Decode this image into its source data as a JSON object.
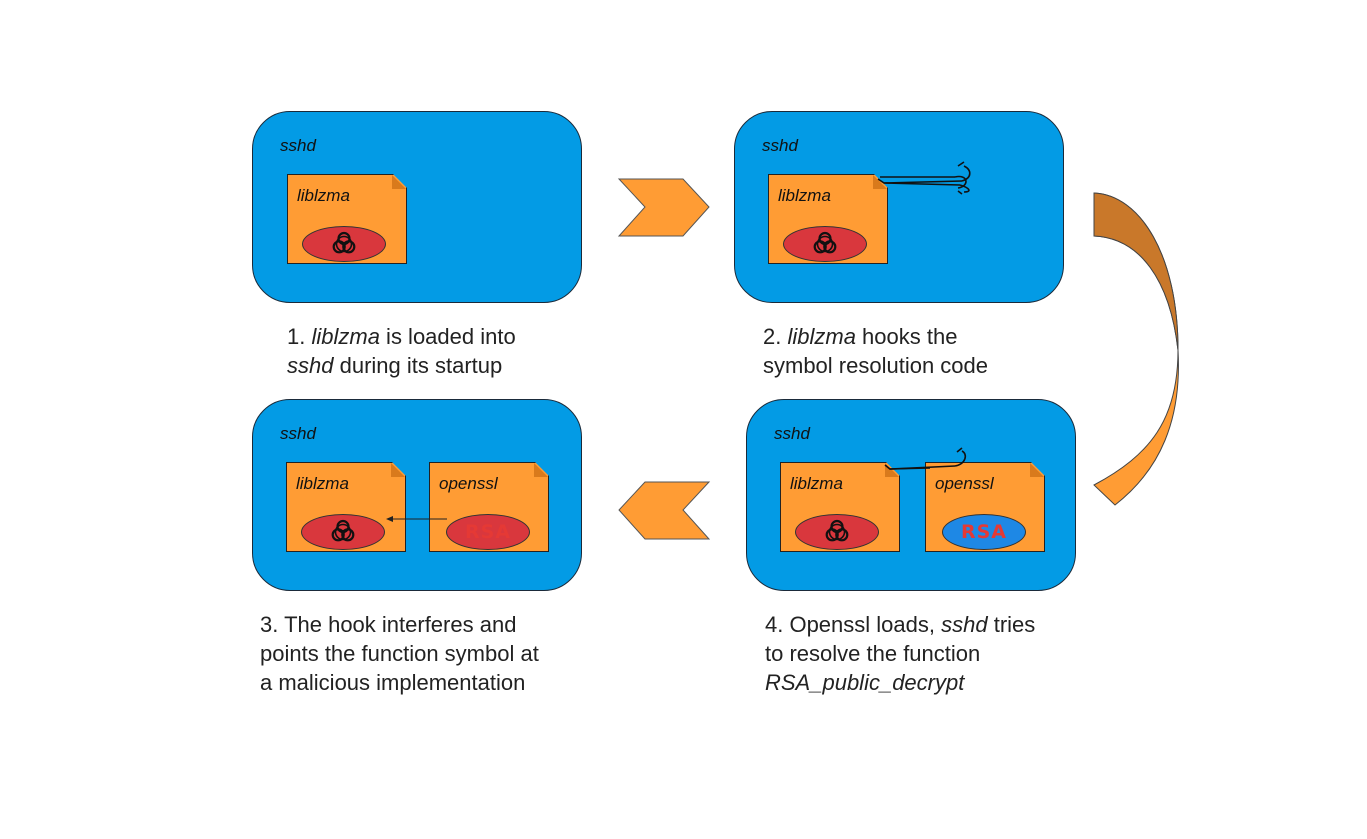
{
  "panels": {
    "p1": {
      "title": "sshd",
      "lib1": "liblzma"
    },
    "p2": {
      "title": "sshd",
      "lib1": "liblzma"
    },
    "p3": {
      "title": "sshd",
      "lib1": "liblzma",
      "lib2": "openssl",
      "rsa": "RSA"
    },
    "p4": {
      "title": "sshd",
      "lib1": "liblzma",
      "lib2": "openssl",
      "rsa": "RSA"
    }
  },
  "captions": {
    "c1": {
      "num": "1. ",
      "em1": "liblzma",
      "t1": " is loaded into",
      "em2": "sshd",
      "t2": " during its startup"
    },
    "c2": {
      "num": "2. ",
      "em1": "liblzma",
      "t1": " hooks the",
      "t2": "symbol resolution code"
    },
    "c3": {
      "l1": "3. The hook interferes and",
      "l2": "points the function symbol at",
      "l3": "a malicious implementation"
    },
    "c4": {
      "t1": "4. Openssl loads, ",
      "em1": "sshd",
      "t2": " tries",
      "l2": "to resolve the function",
      "em2": "RSA_public_decrypt"
    }
  },
  "icons": {
    "biohazard": "biohazard-icon",
    "hook": "fish-hook-icon"
  },
  "colors": {
    "panel": "#039be5",
    "library": "#ff9c34",
    "malicious": "#d9373d",
    "legit": "#1e88e5",
    "arrow": "#ff9c34",
    "rsa_text": "#e53935"
  }
}
